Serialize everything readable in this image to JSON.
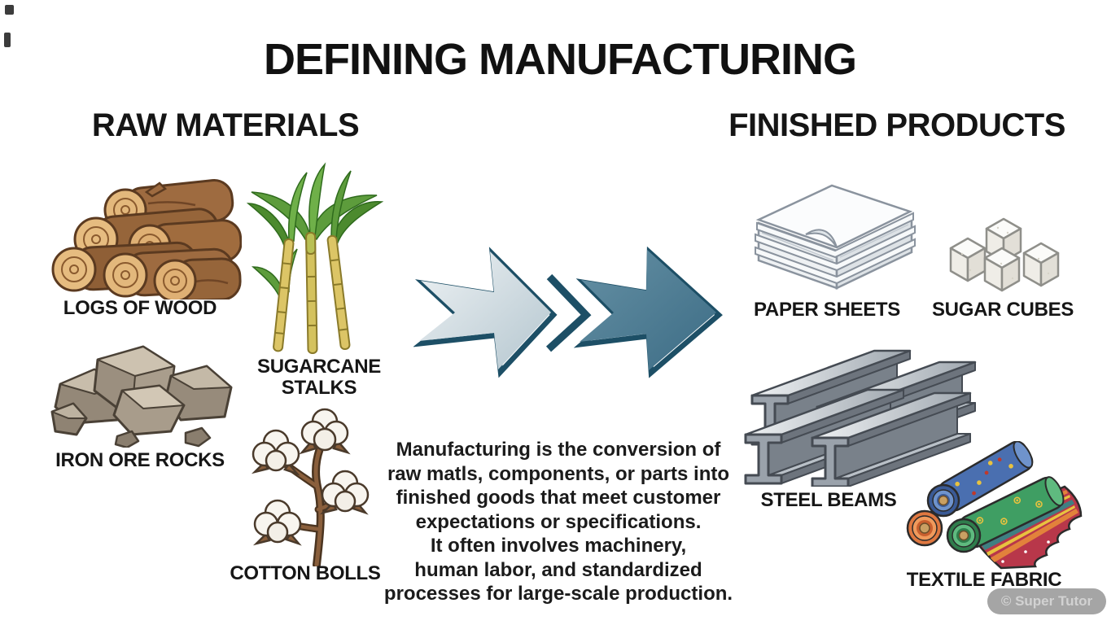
{
  "title": "DEFINING MANUFACTURING",
  "headings": {
    "left": "RAW MATERIALS",
    "right": "FINISHED PRODUCTS"
  },
  "raw_materials": [
    {
      "label": "LOGS OF WOOD",
      "icon": "wood-logs-illustration"
    },
    {
      "label": "SUGARCANE STALKS",
      "icon": "sugarcane-stalks-illustration"
    },
    {
      "label": "IRON ORE ROCKS",
      "icon": "iron-ore-rocks-illustration"
    },
    {
      "label": "COTTON BOLLS",
      "icon": "cotton-bolls-illustration"
    }
  ],
  "finished_products": [
    {
      "label": "PAPER SHEETS",
      "icon": "paper-sheets-illustration"
    },
    {
      "label": "SUGAR CUBES",
      "icon": "sugar-cubes-illustration"
    },
    {
      "label": "STEEL BEAMS",
      "icon": "steel-beams-illustration"
    },
    {
      "label": "TEXTILE FABRIC",
      "icon": "textile-fabric-illustration"
    }
  ],
  "definition": {
    "lead": "Manufacturing",
    "line1_rest": " is the conversion of",
    "lines": [
      "raw matls, components, or parts into",
      "finished goods that meet customer",
      "expectations or specifications.",
      "It often involves machinery,",
      "human labor, and standardized",
      "processes for large-scale production."
    ]
  },
  "watermark": "© Super Tutor",
  "colors": {
    "arrow_outline": "#1d4f66",
    "arrow_light_fill": "#d3dee3",
    "arrow_dark_fill": "#4a7a91",
    "text": "#141414",
    "background": "#ffffff",
    "watermark_bg": "#8c8c8c",
    "watermark_text": "#d2d2d2"
  }
}
